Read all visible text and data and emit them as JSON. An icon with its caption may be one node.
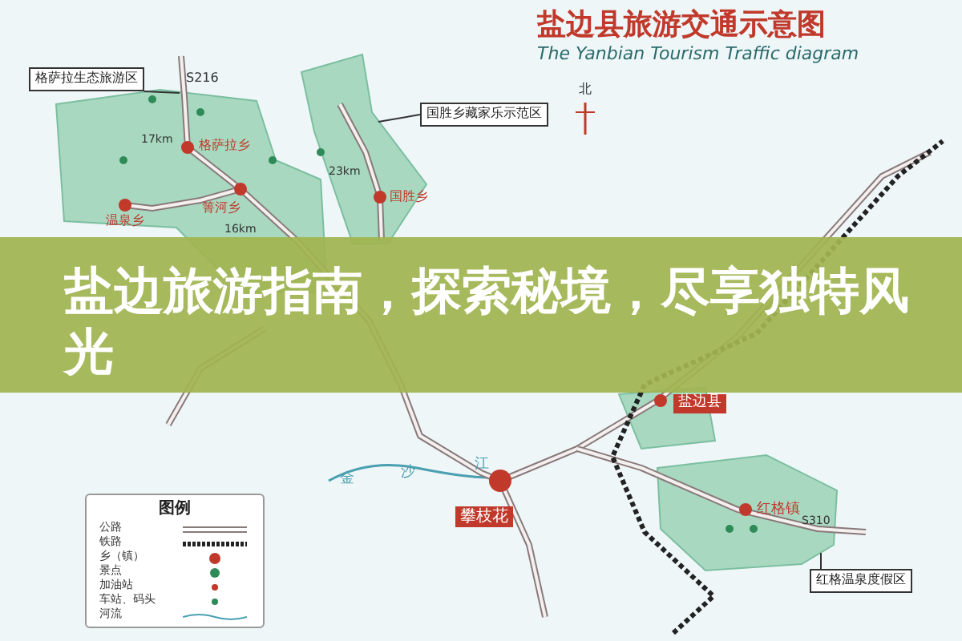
{
  "diagram": {
    "title": "盐边县旅游交通示意图",
    "nodes": [
      {
        "text": [
          "格萨拉生态旅游区"
        ]
      },
      {
        "text": [
          "国胜乡藏家乐示范区"
        ]
      },
      {
        "text": [
          "红格温泉度假区"
        ]
      },
      {
        "text": [],
        "shape": "region"
      },
      {
        "text": [],
        "shape": "region"
      },
      {
        "text": [],
        "shape": "region"
      }
    ],
    "edges": [
      {
        "from": 0,
        "to": 3,
        "arrow": "none"
      },
      {
        "from": 1,
        "to": 4,
        "arrow": "none"
      },
      {
        "from": 2,
        "to": 5,
        "arrow": "none"
      }
    ],
    "labels": [
      "The Yanbian Tourism Traffic diagram",
      "盐边旅游指南，探索秘境，尽享独特风光",
      "北",
      "S216",
      "17km",
      "格萨拉乡",
      "温泉乡",
      "箐河乡",
      "23km",
      "国胜乡",
      "16km",
      "盐边县",
      "攀枝花",
      "金",
      "沙",
      "江",
      "红格镇",
      "S310",
      "图例"
    ],
    "legend": [
      {
        "text": "公路"
      },
      {
        "text": "铁路"
      },
      {
        "text": "乡（镇）"
      },
      {
        "text": "景点"
      },
      {
        "text": "加油站"
      },
      {
        "text": "车站、码头"
      },
      {
        "text": "河流"
      }
    ]
  }
}
